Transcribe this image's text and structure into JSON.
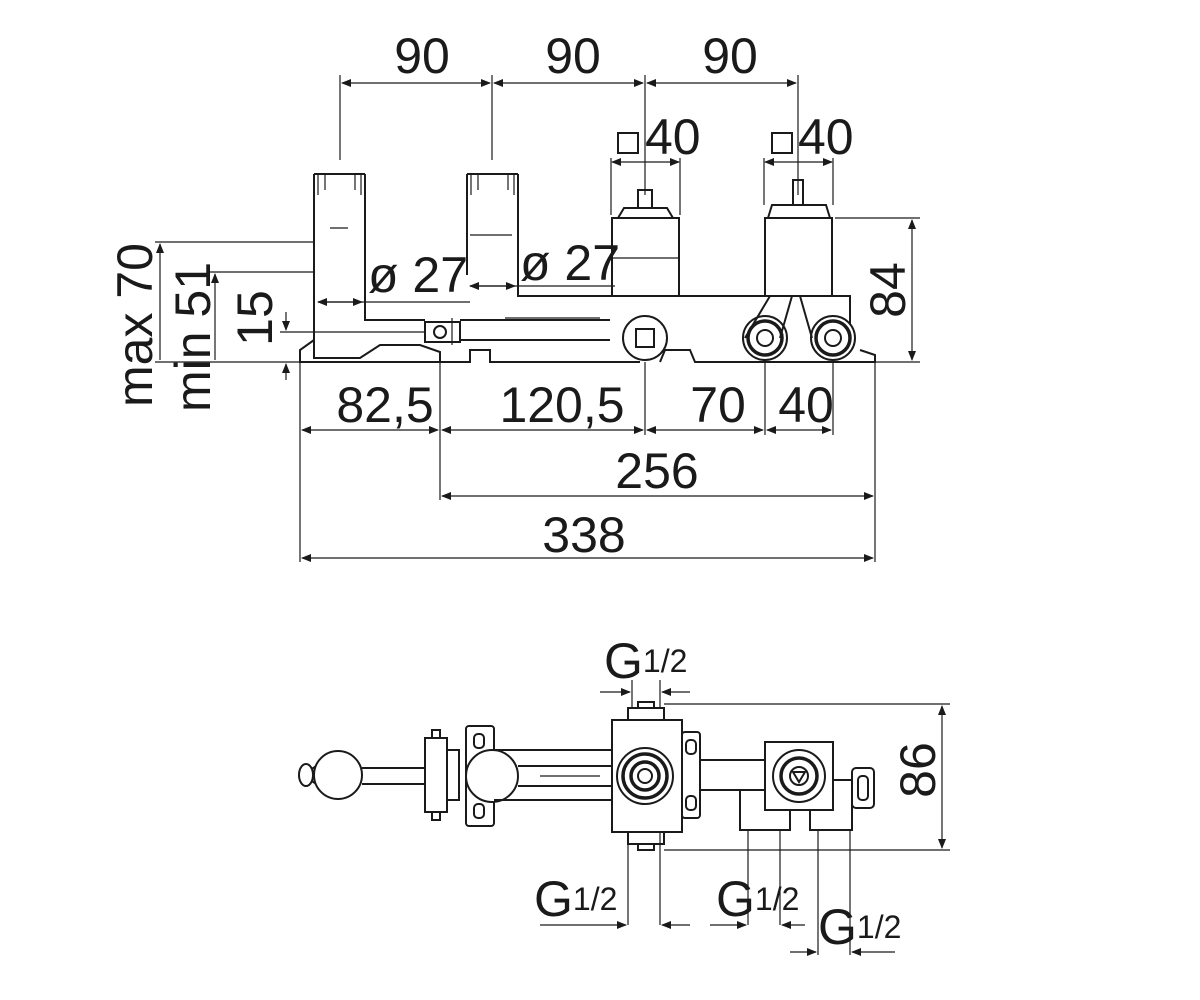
{
  "top_view": {
    "spacing": [
      "90",
      "90",
      "90"
    ],
    "square_1": "40",
    "square_2": "40",
    "dia_1": "ø 27",
    "dia_2": "ø 27",
    "height_right": "84",
    "max_label": "max 70",
    "min_label": "min 51",
    "depth_label": "15",
    "bottom_dims": [
      "82,5",
      "120,5",
      "70",
      "40"
    ],
    "overall_1": "256",
    "overall_2": "338"
  },
  "bottom_view": {
    "thread_top": {
      "main": "G",
      "frac": "1/2"
    },
    "thread_left": {
      "main": "G",
      "frac": "1/2"
    },
    "thread_mid": {
      "main": "G",
      "frac": "1/2"
    },
    "thread_right": {
      "main": "G",
      "frac": "1/2"
    },
    "height_right": "86"
  }
}
